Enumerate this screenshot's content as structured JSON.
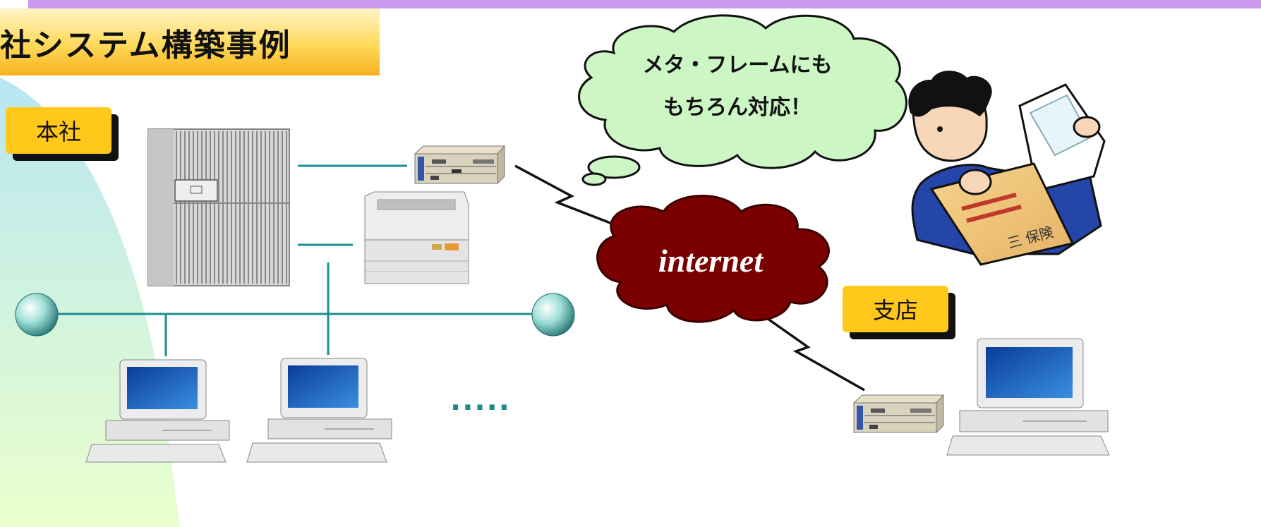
{
  "title": "社システム構築事例",
  "labels": {
    "honsha": "本社",
    "shiten": "支店"
  },
  "speech_bubble": {
    "line1": "メタ・フレームにも",
    "line2": "もちろん対応！"
  },
  "cloud_label": "internet",
  "ellipsis": ".....",
  "envelope_text": "三 保険",
  "colors": {
    "network_line": "#1a8f8f",
    "cloud": "#7a0000",
    "bubble": "#ccf7c5",
    "label": "#ffc81a",
    "title_grad_end": "#f6b21f",
    "topbar": "#cc99ee"
  }
}
